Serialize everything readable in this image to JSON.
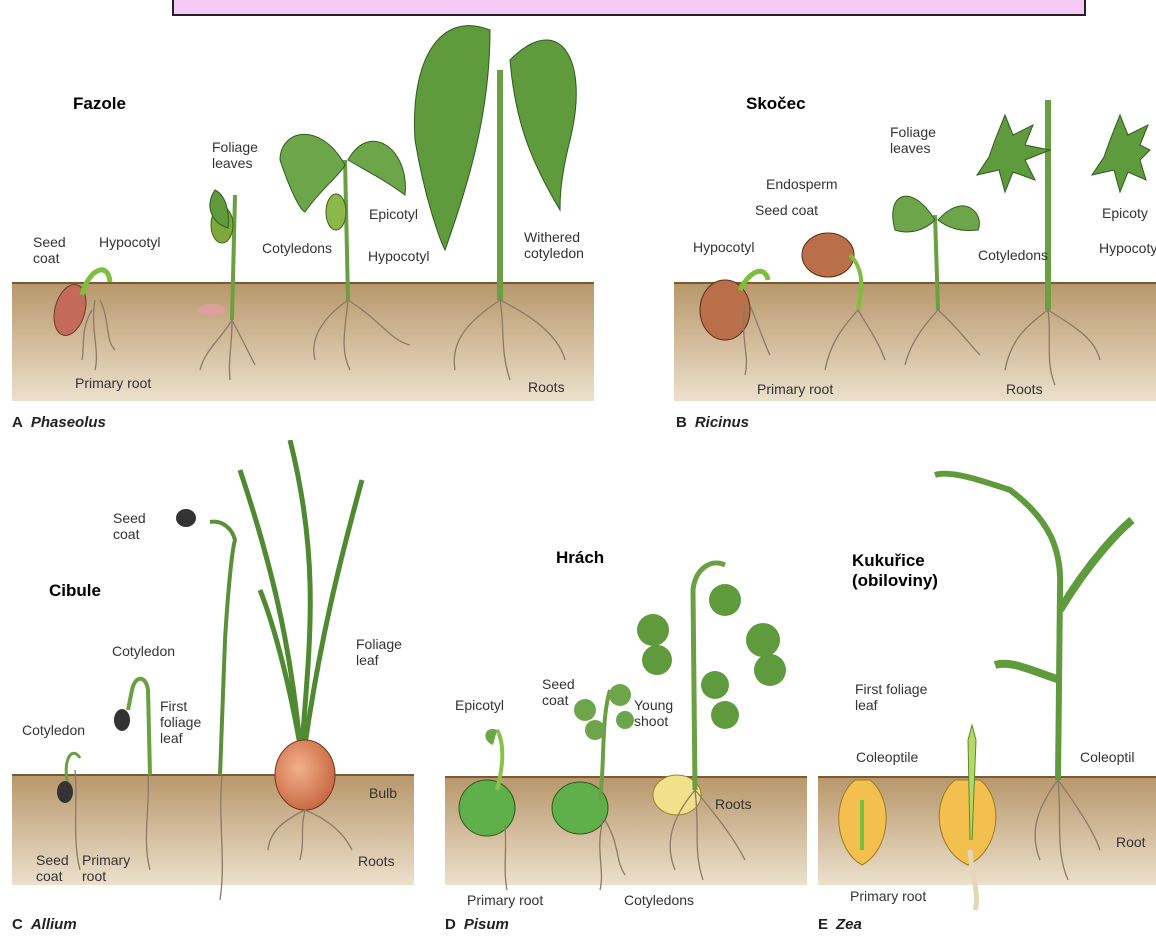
{
  "colors": {
    "soil_top": "#b8976b",
    "soil_bottom": "#e9dcc7",
    "leaf": "#5f9a3c",
    "stem": "#6aa042",
    "banner": "#f6c8f4",
    "root": "#8a7a66"
  },
  "panels": {
    "a": {
      "title": "Fazole",
      "caption_letter": "A",
      "caption_genus": "Phaseolus",
      "labels": {
        "seed_coat": "Seed\ncoat",
        "hypocotyl": "Hypocotyl",
        "primary_root": "Primary root",
        "foliage_leaves": "Foliage\nleaves",
        "cotyledons": "Cotyledons",
        "epicotyl": "Epicotyl",
        "hypocotyl2": "Hypocotyl",
        "withered_cotyledon": "Withered\ncotyledon",
        "roots": "Roots"
      }
    },
    "b": {
      "title": "Skočec",
      "caption_letter": "B",
      "caption_genus": "Ricinus",
      "labels": {
        "hypocotyl": "Hypocotyl",
        "endosperm": "Endosperm",
        "seed_coat": "Seed coat",
        "foliage_leaves": "Foliage\nleaves",
        "cotyledons": "Cotyledons",
        "epicotyl": "Epicoty",
        "hypocotyl2": "Hypocoty",
        "primary_root": "Primary root",
        "roots": "Roots"
      }
    },
    "c": {
      "title": "Cibule",
      "caption_letter": "C",
      "caption_genus": "Allium",
      "labels": {
        "seed_coat_top": "Seed\ncoat",
        "cotyledon_top": "Cotyledon",
        "foliage_leaf": "Foliage\nleaf",
        "cotyledon_left": "Cotyledon",
        "first_foliage_leaf": "First\nfoliage\nleaf",
        "bulb": "Bulb",
        "seed_coat_bottom": "Seed\ncoat",
        "primary_root": "Primary\nroot",
        "roots": "Roots"
      }
    },
    "d": {
      "title": "Hrách",
      "caption_letter": "D",
      "caption_genus": "Pisum",
      "labels": {
        "epicotyl": "Epicotyl",
        "seed_coat": "Seed\ncoat",
        "young_shoot": "Young\nshoot",
        "roots": "Roots",
        "primary_root": "Primary root",
        "cotyledons": "Cotyledons"
      }
    },
    "e": {
      "title": "Kukuřice\n(obiloviny)",
      "caption_letter": "E",
      "caption_genus": "Zea",
      "labels": {
        "first_foliage_leaf": "First foliage\nleaf",
        "coleoptile": "Coleoptile",
        "coleoptile2": "Coleoptil",
        "roots": "Root",
        "primary_root": "Primary root"
      }
    }
  }
}
